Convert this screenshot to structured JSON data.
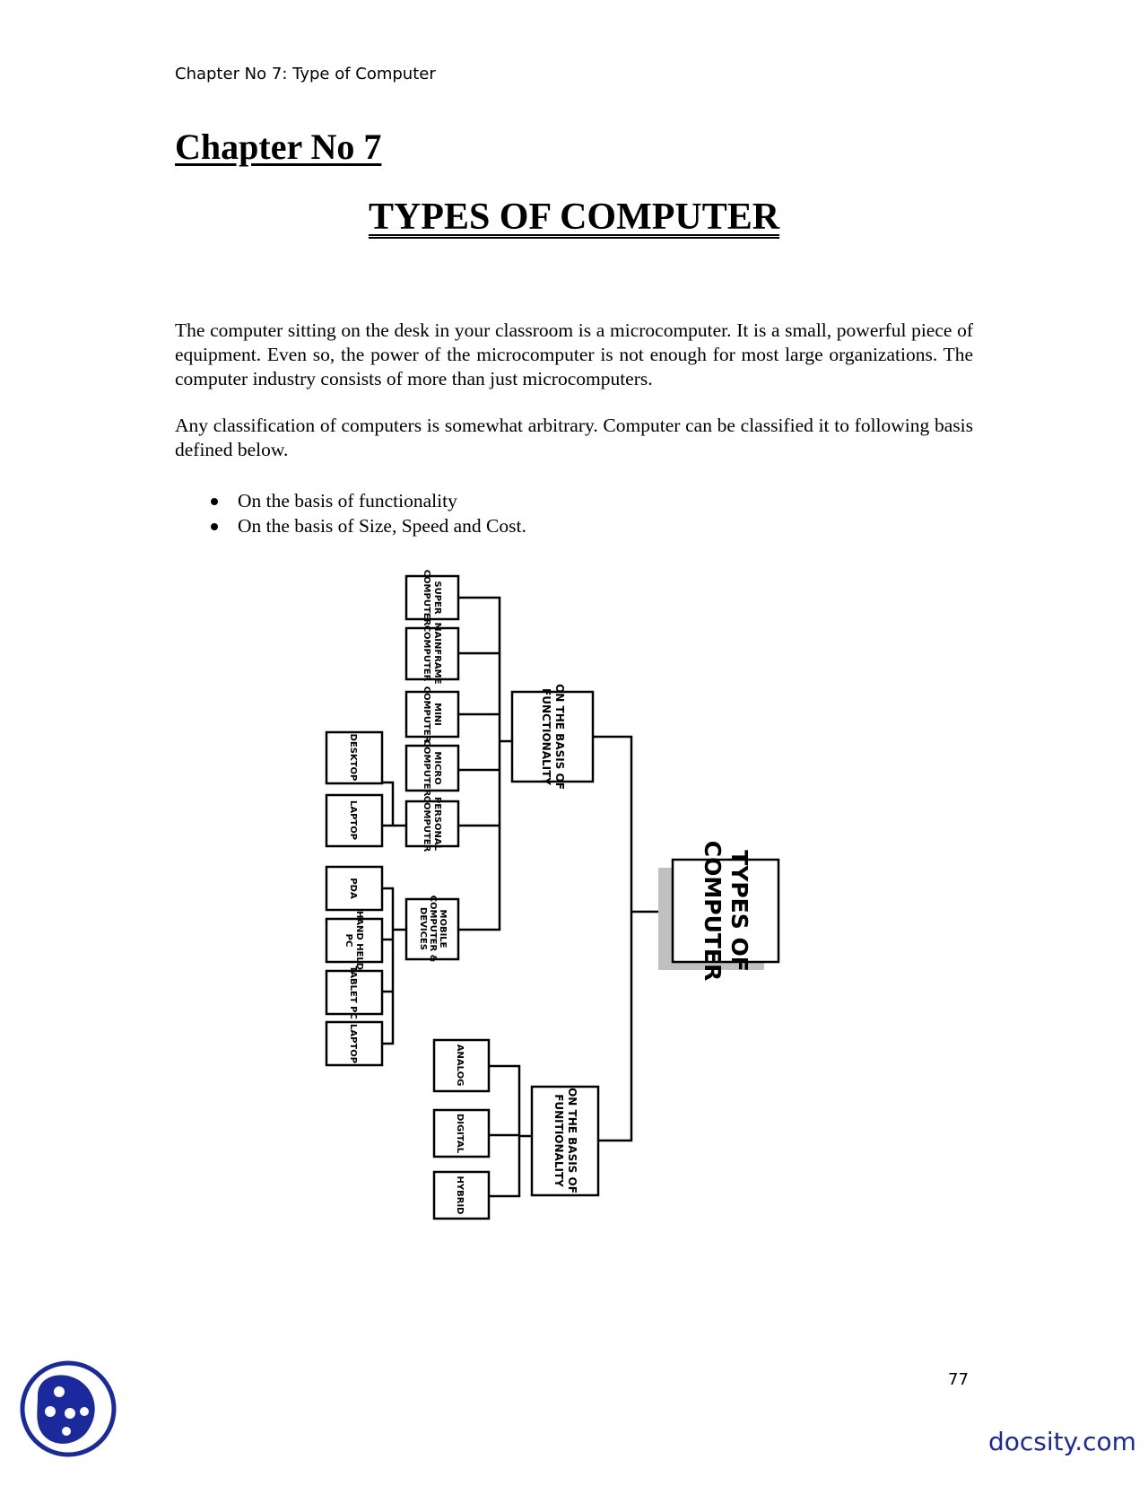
{
  "header": {
    "running_title": "Chapter No 7:  Type of Computer"
  },
  "chapter": {
    "number_title": "Chapter No 7",
    "main_title": "TYPES OF COMPUTER"
  },
  "body": {
    "paragraph_1": "The computer sitting on the desk in your classroom is a microcomputer. It is a small, powerful piece of equipment. Even so, the power of the microcomputer is not enough for most large organizations. The computer industry consists of more than just microcomputers.",
    "paragraph_2": "Any classification of computers is somewhat arbitrary. Computer can be classified it to following basis defined below.",
    "bullets": [
      "On the basis of functionality",
      "On the basis of Size, Speed and Cost."
    ]
  },
  "diagram": {
    "root": [
      "TYPES OF",
      "COMPUTER"
    ],
    "group_functionality_top": [
      "ON THE BASIS OF",
      "FUNCTIONALITY"
    ],
    "group_functionality_bottom": [
      "ON THE BASIS OF",
      "FUNITIONALITY"
    ],
    "super": [
      "SUPER",
      "COMPUTER"
    ],
    "mainframe": [
      "MAINFRAME",
      "COMPUTER"
    ],
    "mini": [
      "MINI",
      "COMPUTER"
    ],
    "micro": [
      "MICRO",
      "COMPUTER"
    ],
    "personal": [
      "PERSONAL",
      "COMPUTER"
    ],
    "mobile": [
      "MOBILE",
      "COMPUTER &",
      "DEVICES"
    ],
    "desktop": [
      "DESKTOP"
    ],
    "laptop_pc": [
      "LAPTOP"
    ],
    "pda": [
      "PDA"
    ],
    "handheld": [
      "HAND HELD",
      "PC"
    ],
    "tablet": [
      "TABLET PC"
    ],
    "laptop_mobile": [
      "LAPTOP"
    ],
    "analog": [
      "ANALOG"
    ],
    "digital": [
      "DIGITAL"
    ],
    "hybrid": [
      "HYBRID"
    ]
  },
  "footer": {
    "page_number": "77",
    "brand": "docsity.com",
    "brand_color": "#1a2a9c",
    "logo_icon": "docsity-logo-icon"
  }
}
